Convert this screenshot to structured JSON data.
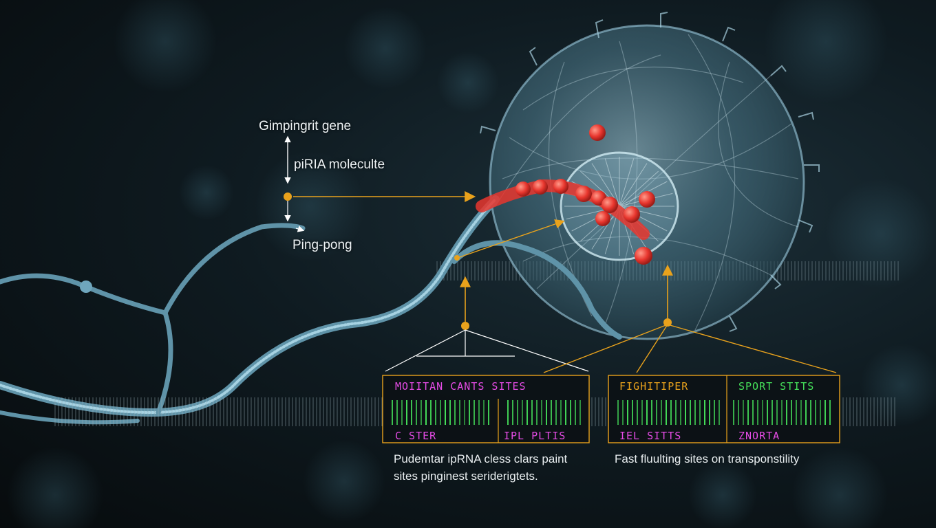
{
  "annotations": {
    "gene": "Gimpingrit gene",
    "molecule": "piRIA moleculte",
    "pingpong": "Ping-pong"
  },
  "left_table": {
    "header": "MOIITAN  CANTS  SITES",
    "footer_left": "C  STER",
    "footer_right": "IPL  PLTIS"
  },
  "right_table": {
    "header_left": "FIGHITIPER",
    "header_right": "SPORT  STITS",
    "footer_left": "IEL  SITTS",
    "footer_right": "ZNORTA"
  },
  "captions": {
    "left_line1": "Pudemtar ipRNA cless clars paint",
    "left_line2": "sites pinginest seriderigtets.",
    "right": "Fast fluulting sites on transponstility"
  },
  "colors": {
    "accent_orange": "#e9a21c",
    "magenta_text": "#e64ce6",
    "green_text": "#45e05a",
    "cell_blue": "#6fa6bd",
    "rna_red": "#e83a3a"
  }
}
